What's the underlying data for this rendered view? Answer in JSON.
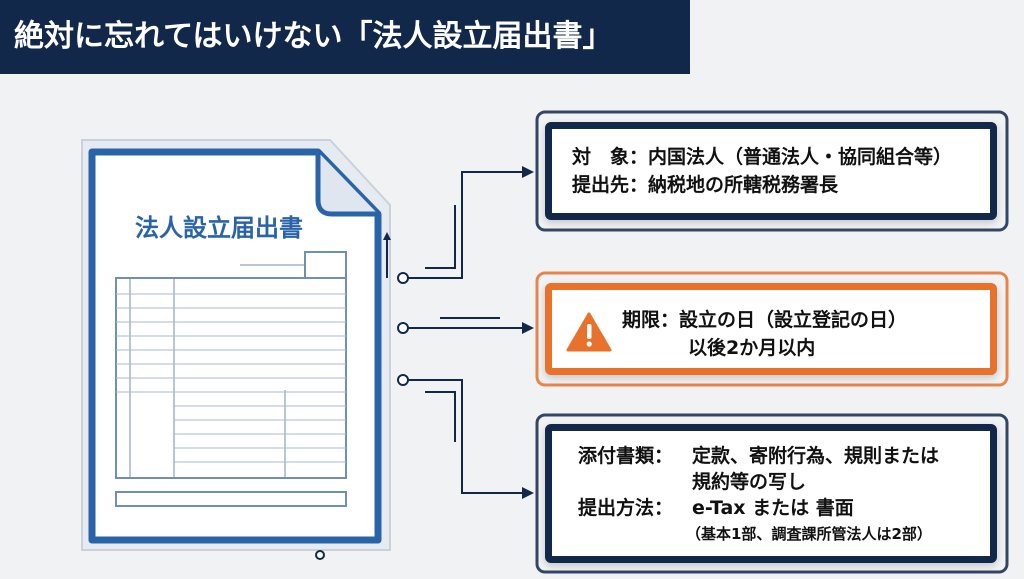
{
  "title": "絶対に忘れてはいけない「法人設立届出書」",
  "document": {
    "title": "法人設立届出書"
  },
  "colors": {
    "navy": "#12284a",
    "orange": "#e8712b",
    "doc_blue": "#2a64a8"
  },
  "boxes": [
    {
      "rows": [
        {
          "label": "対　象：",
          "value": "内国法人（普通法人・協同組合等）"
        },
        {
          "label": "提出先：",
          "value": "納税地の所轄税務署長"
        }
      ]
    },
    {
      "icon": "warning-icon",
      "rows": [
        {
          "label": "期限：",
          "value": "設立の日（設立登記の日）",
          "cont": "以後2か月以内"
        }
      ]
    },
    {
      "rows": [
        {
          "label": "添付書類：",
          "value": "定款、寄附行為、規則または",
          "cont": "規約等の写し"
        },
        {
          "label": "提出方法：",
          "value": "e-Tax または 書面",
          "cont": "（基本1部、調査課所管法人は2部）"
        }
      ]
    }
  ]
}
